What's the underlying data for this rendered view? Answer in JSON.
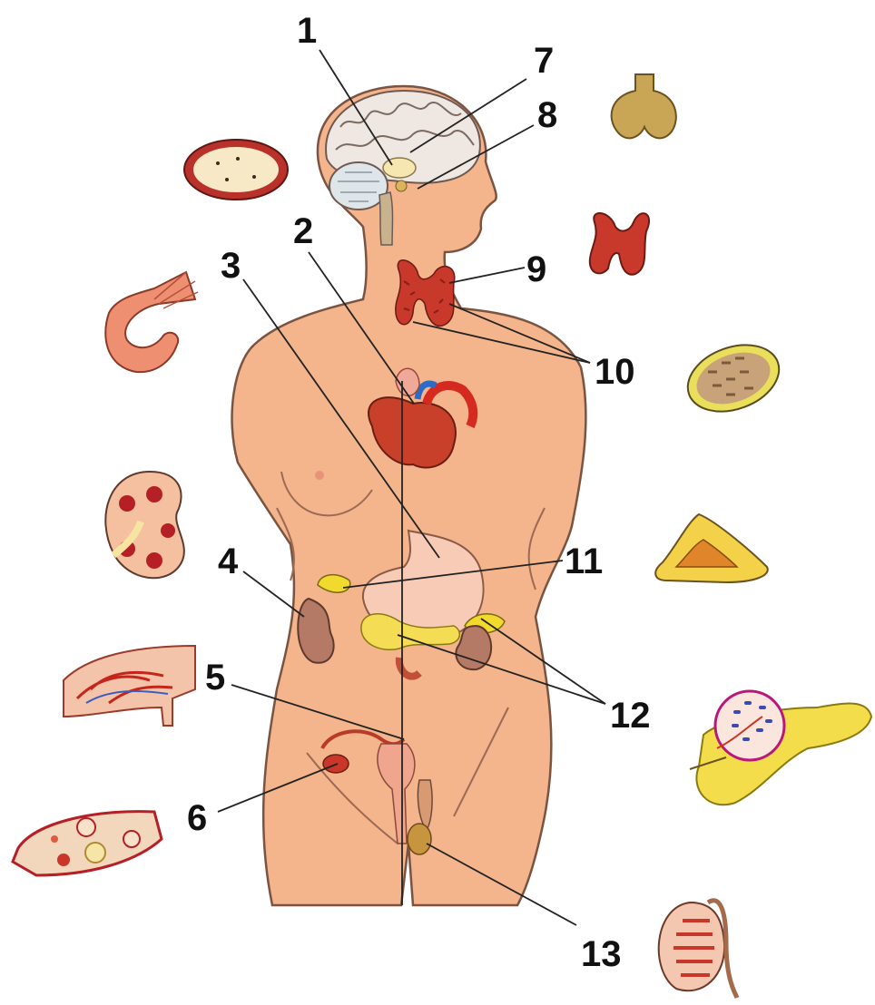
{
  "labels": {
    "n1": "1",
    "n2": "2",
    "n3": "3",
    "n4": "4",
    "n5": "5",
    "n6": "6",
    "n7": "7",
    "n8": "8",
    "n9": "9",
    "n10": "10",
    "n11": "11",
    "n12": "12",
    "n13": "13"
  },
  "colors": {
    "skin": "#f4b48c",
    "skin_outline": "#6b4a3a",
    "brain": "#efe9e4",
    "heart": "#c53a22",
    "thyroid": "#c2372b",
    "kidney": "#b67a66",
    "adrenal": "#f4dd2f",
    "pancreas": "#f6e066",
    "stomach": "#f8cdb8",
    "line": "#222222"
  }
}
